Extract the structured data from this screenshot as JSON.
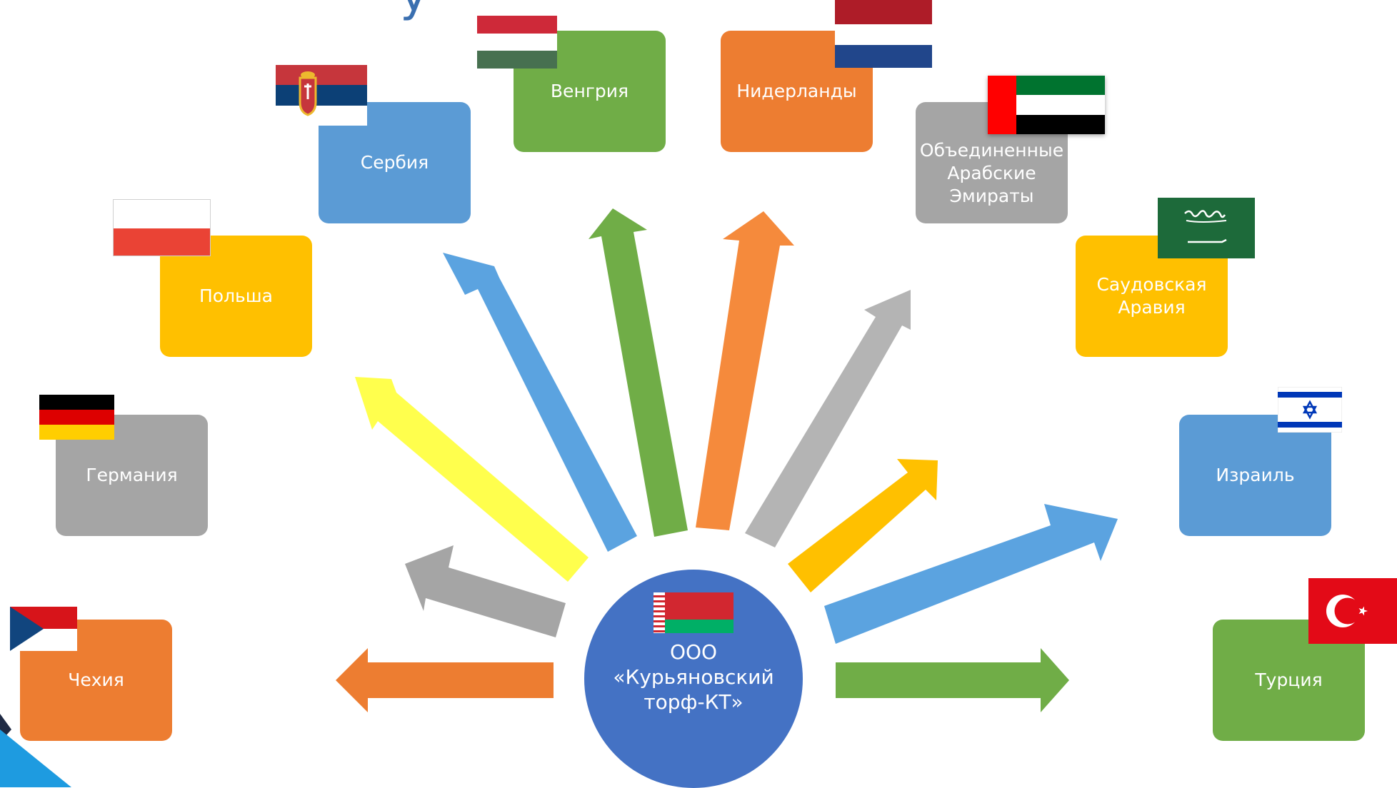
{
  "title_fragment": "у",
  "hub": {
    "label_line1": "ООО",
    "label_line2": "«Курьяновский",
    "label_line3": "торф-КТ»",
    "color": "#4472C4",
    "flag": "belarus-flag"
  },
  "countries": [
    {
      "id": "czech",
      "label": "Чехия",
      "color": "#ED7D31",
      "flag": "czech-flag"
    },
    {
      "id": "germany",
      "label": "Германия",
      "color": "#A5A5A5",
      "flag": "germany-flag"
    },
    {
      "id": "poland",
      "label": "Польша",
      "color": "#FFC000",
      "flag": "poland-flag"
    },
    {
      "id": "serbia",
      "label": "Сербия",
      "color": "#5B9BD5",
      "flag": "serbia-flag"
    },
    {
      "id": "hungary",
      "label": "Венгрия",
      "color": "#70AD47",
      "flag": "hungary-flag"
    },
    {
      "id": "netherlands",
      "label": "Нидерланды",
      "color": "#ED7D31",
      "flag": "netherlands-flag"
    },
    {
      "id": "uae",
      "label_lines": [
        "Объединенные",
        "Арабские",
        "Эмираты"
      ],
      "color": "#A5A5A5",
      "flag": "uae-flag"
    },
    {
      "id": "saudi",
      "label_lines": [
        "Саудовская",
        "Аравия"
      ],
      "color": "#FFC000",
      "flag": "saudi-flag"
    },
    {
      "id": "israel",
      "label": "Израиль",
      "color": "#5B9BD5",
      "flag": "israel-flag"
    },
    {
      "id": "turkey",
      "label": "Турция",
      "color": "#70AD47",
      "flag": "turkey-flag"
    }
  ],
  "arrow_colors": {
    "orange": "#ED7D31",
    "gray": "#A5A5A5",
    "yellow": "#FFFF4D",
    "blue": "#5BA3E0",
    "green": "#70AD47",
    "orange_bright": "#F58A3C",
    "gray_light": "#B4B4B4",
    "amber": "#FFC000",
    "blue_mid": "#5BA3E0",
    "green_right": "#70AD47"
  }
}
